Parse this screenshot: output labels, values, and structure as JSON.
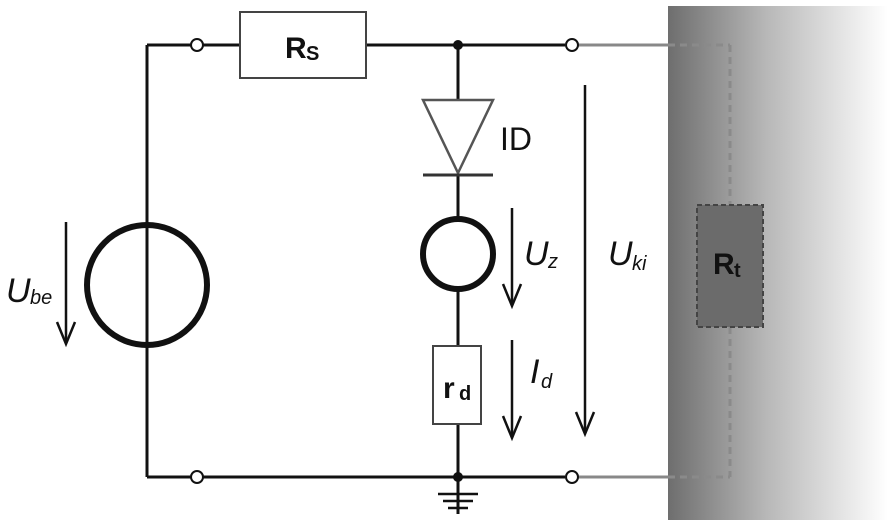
{
  "components": {
    "source_resistor": {
      "label": "R",
      "subscript": "S"
    },
    "zener_diode": {
      "label": "ID"
    },
    "zener_voltage": {
      "label": "U",
      "subscript": "z"
    },
    "internal_resistance": {
      "label": "r",
      "subscript": "d"
    },
    "load_resistor": {
      "label": "R",
      "subscript": "t"
    }
  },
  "quantities": {
    "input_voltage": {
      "label": "U",
      "subscript": "be"
    },
    "output_voltage": {
      "label": "U",
      "subscript": "ki"
    },
    "diode_current": {
      "label": "I",
      "subscript": "d"
    }
  },
  "colors": {
    "wire": "#111111",
    "output_wire": "#777777",
    "load_body": "#6b6b6b",
    "load_border": "#444444",
    "shade_dark": "#6e6e6e",
    "shade_light": "#ffffff"
  }
}
